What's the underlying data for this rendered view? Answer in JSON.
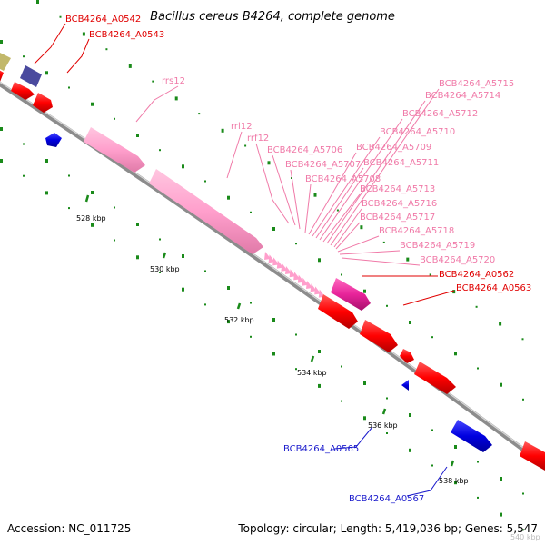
{
  "title": "Bacillus cereus B4264, complete genome",
  "footer": {
    "accession": "Accession: NC_011725",
    "summary": "Topology: circular; Length: 5,419,036 bp; Genes: 5,547"
  },
  "ticks": [
    "528 kbp",
    "530 kbp",
    "532 kbp",
    "534 kbp",
    "536 kbp",
    "538 kbp",
    "540 kbp"
  ],
  "labels": {
    "red": [
      "BCB4264_A0542",
      "BCB4264_A0543",
      "BCB4264_A0562",
      "BCB4264_A0563"
    ],
    "pink": [
      "rrs12",
      "rrl12",
      "rrf12",
      "BCB4264_A5706",
      "BCB4264_A5707",
      "BCB4264_A5708",
      "BCB4264_A5709",
      "BCB4264_A5710",
      "BCB4264_A5711",
      "BCB4264_A5712",
      "BCB4264_A5713",
      "BCB4264_A5714",
      "BCB4264_A5715",
      "BCB4264_A5716",
      "BCB4264_A5717",
      "BCB4264_A5718",
      "BCB4264_A5719",
      "BCB4264_A5720"
    ],
    "blue": [
      "BCB4264_A0565",
      "BCB4264_A0567"
    ]
  },
  "colors": {
    "backbone": "#8c8c8c",
    "red_gene": "#ff0000",
    "pink_gene": "#ff9fcc",
    "magenta_gene": "#e8249a",
    "blue_gene": "#0000e0",
    "navy_gene": "#4a4a9e",
    "olive_gene": "#c2b86a",
    "dot": "#1a8a1a"
  }
}
